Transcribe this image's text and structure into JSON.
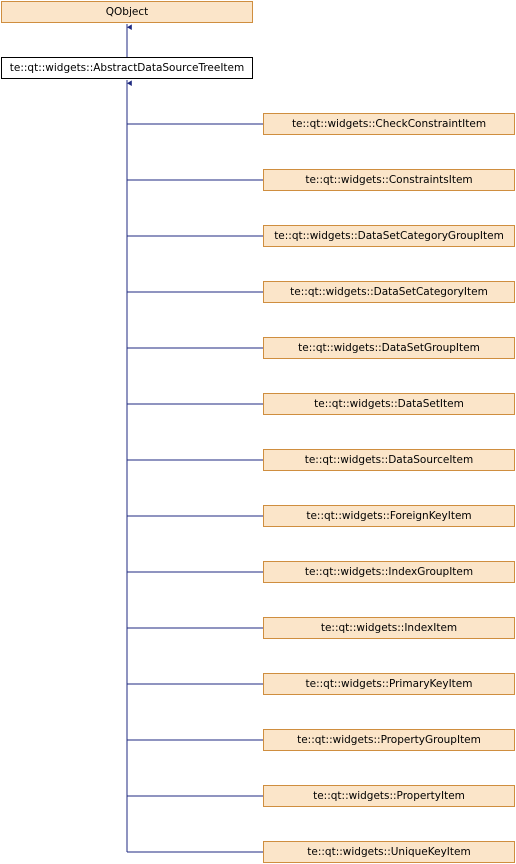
{
  "diagram": {
    "base_class": "QObject",
    "current_class": "te::qt::widgets::AbstractDataSourceTreeItem",
    "derived_classes": [
      "te::qt::widgets::CheckConstraintItem",
      "te::qt::widgets::ConstraintsItem",
      "te::qt::widgets::DataSetCategoryGroupItem",
      "te::qt::widgets::DataSetCategoryItem",
      "te::qt::widgets::DataSetGroupItem",
      "te::qt::widgets::DataSetItem",
      "te::qt::widgets::DataSourceItem",
      "te::qt::widgets::ForeignKeyItem",
      "te::qt::widgets::IndexGroupItem",
      "te::qt::widgets::IndexItem",
      "te::qt::widgets::PrimaryKeyItem",
      "te::qt::widgets::PropertyGroupItem",
      "te::qt::widgets::PropertyItem",
      "te::qt::widgets::UniqueKeyItem"
    ],
    "colors": {
      "node_fill": "#fbe5c9",
      "node_border": "#cf8e3f",
      "current_fill": "#ffffff",
      "current_border": "#000000",
      "edge": "#1f2a80"
    }
  }
}
